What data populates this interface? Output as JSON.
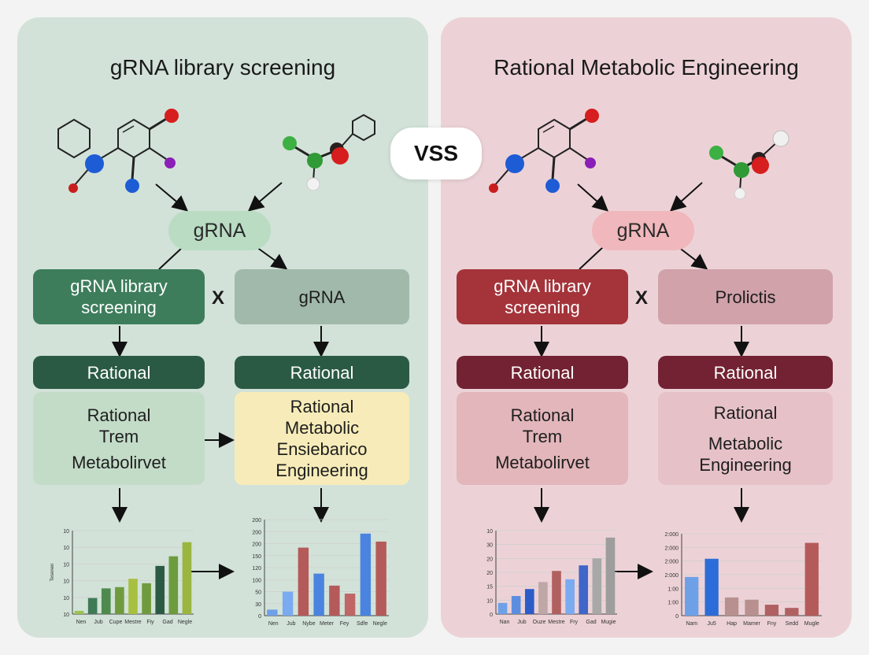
{
  "vs_label": "VSS",
  "left": {
    "title": "gRNA library screening",
    "pill": "gRNA",
    "box_a": [
      "gRNA library",
      "screening"
    ],
    "x_mark": "X",
    "box_b": [
      "gRNA"
    ],
    "box_c": "Rational",
    "box_d": "Rational",
    "box_e": [
      "Rational",
      "Trem",
      "Metabolirvet"
    ],
    "box_f": [
      "Rational",
      "Metabolic",
      "Ensiebarico",
      "Engineering"
    ]
  },
  "right": {
    "title": "Rational Metabolic Engineering",
    "pill": "gRNA",
    "box_a": [
      "gRNA library",
      "screening"
    ],
    "x_mark": "X",
    "box_b": [
      "Prolictis"
    ],
    "box_c": "Rational",
    "box_d": "Rational",
    "box_e": [
      "Rational",
      "Trem",
      "Metabolirvet"
    ],
    "box_f": [
      "Rational",
      "Metabolic",
      "Engineering"
    ]
  },
  "colors": {
    "green_dark": "#2b5a44",
    "green_mid": "#3d7d5c",
    "red_dark": "#722232",
    "red_mid": "#a4343a",
    "blue_bar": "#4a84e0",
    "red_bar": "#b55a5a"
  },
  "chart_data": [
    {
      "type": "bar",
      "title": "",
      "ylabel": "Tesenen",
      "ticks": [
        "10",
        "10",
        "10",
        "10",
        "10",
        "10"
      ],
      "categories": [
        "Nen",
        "Jub",
        "Cupe",
        "Mestre",
        "Fiy",
        "Gad",
        "Negle"
      ],
      "values": [
        0.5,
        2.5,
        4,
        4.2,
        5.5,
        4.8,
        7.5,
        9,
        11.2
      ],
      "ylim": [
        0,
        13
      ],
      "colors": [
        "#9cc34f",
        "#3f7a57",
        "#4e8a4e",
        "#6f9b3e",
        "#a8c040",
        "#6f9b3e",
        "#2b5a44",
        "#6c9c3e",
        "#9ab640"
      ]
    },
    {
      "type": "bar",
      "title": "",
      "ylabel": "",
      "ticks": [
        "0",
        "30",
        "50",
        "100",
        "120",
        "150",
        "200",
        "200",
        "200"
      ],
      "categories": [
        "Nen",
        "Jub",
        "Nybe",
        "Meter",
        "Fey",
        "Sdfe",
        "Negle"
      ],
      "values": [
        15,
        60,
        170,
        105,
        75,
        55,
        205,
        185
      ],
      "ylim": [
        0,
        240
      ],
      "colors": [
        "#6ea0e8",
        "#7aaaf0",
        "#b55a5a",
        "#4a84e0",
        "#b55a5a",
        "#c06666",
        "#4a84e0",
        "#b55a5a"
      ]
    },
    {
      "type": "bar",
      "title": "",
      "ylabel": "",
      "ticks": [
        "0",
        "10",
        "15",
        "20",
        "20",
        "30",
        "10"
      ],
      "categories": [
        "Nan",
        "Jub",
        "Ouze",
        "Mestre",
        "Fry",
        "Gad",
        "Mugie"
      ],
      "values": [
        4,
        6.5,
        9,
        11.5,
        15.5,
        12.5,
        17.5,
        20,
        27.5
      ],
      "ylim": [
        0,
        30
      ],
      "colors": [
        "#6ea0e8",
        "#5c8ee0",
        "#2c5cc8",
        "#bfa7a7",
        "#b16060",
        "#7aaaf0",
        "#3f66c8",
        "#a8a8a8",
        "#9d9d9d"
      ]
    },
    {
      "type": "bar",
      "title": "",
      "ylabel": "",
      "ticks": [
        "0",
        "1:00",
        "1:00",
        "2:000",
        "2:000",
        "2:000",
        "2:000"
      ],
      "categories": [
        "Nam",
        "Ju5",
        "Hap",
        "Mamer",
        "Fny",
        "Sedd",
        "Mugle"
      ],
      "values": [
        850,
        1250,
        400,
        350,
        240,
        170,
        1600
      ],
      "ylim": [
        0,
        1800
      ],
      "colors": [
        "#6ea0e8",
        "#2c6cd8",
        "#b89090",
        "#b89090",
        "#b06060",
        "#b06060",
        "#b55a5a"
      ]
    }
  ]
}
